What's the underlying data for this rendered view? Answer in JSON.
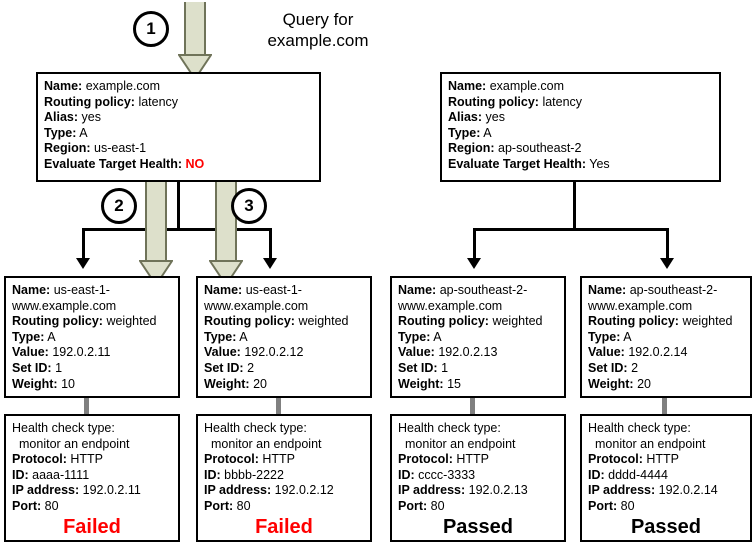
{
  "diagram": {
    "title_query": "Query for\nexample.com",
    "steps": [
      {
        "number": "1"
      },
      {
        "number": "2"
      },
      {
        "number": "3"
      }
    ],
    "alias_records": [
      {
        "name_label": "Name:",
        "name_value": "example.com",
        "policy_label": "Routing policy:",
        "policy_value": "latency",
        "alias_label": "Alias:",
        "alias_value": "yes",
        "type_label": "Type:",
        "type_value": "A",
        "region_label": "Region:",
        "region_value": "us-east-1",
        "eth_label": "Evaluate Target Health:",
        "eth_value": "NO",
        "eth_state": "no"
      },
      {
        "name_label": "Name:",
        "name_value": "example.com",
        "policy_label": "Routing policy:",
        "policy_value": "latency",
        "alias_label": "Alias:",
        "alias_value": "yes",
        "type_label": "Type:",
        "type_value": "A",
        "region_label": "Region:",
        "region_value": "ap-southeast-2",
        "eth_label": "Evaluate Target Health:",
        "eth_value": "Yes",
        "eth_state": "yes"
      }
    ],
    "weighted_records": [
      {
        "name_label": "Name:",
        "name_value": "us-east-1-",
        "name_value2": "www.example.com",
        "policy_label": "Routing policy:",
        "policy_value": "weighted",
        "type_label": "Type:",
        "type_value": "A",
        "value_label": "Value:",
        "value_value": "192.0.2.11",
        "setid_label": "Set ID:",
        "setid_value": "1",
        "weight_label": "Weight:",
        "weight_value": "10"
      },
      {
        "name_label": "Name:",
        "name_value": "us-east-1-",
        "name_value2": "www.example.com",
        "policy_label": "Routing policy:",
        "policy_value": "weighted",
        "type_label": "Type:",
        "type_value": "A",
        "value_label": "Value:",
        "value_value": "192.0.2.12",
        "setid_label": "Set ID:",
        "setid_value": "2",
        "weight_label": "Weight:",
        "weight_value": "20"
      },
      {
        "name_label": "Name:",
        "name_value": "ap-southeast-2-",
        "name_value2": "www.example.com",
        "policy_label": "Routing policy:",
        "policy_value": "weighted",
        "type_label": "Type:",
        "type_value": "A",
        "value_label": "Value:",
        "value_value": "192.0.2.13",
        "setid_label": "Set ID:",
        "setid_value": "1",
        "weight_label": "Weight:",
        "weight_value": "15"
      },
      {
        "name_label": "Name:",
        "name_value": "ap-southeast-2-",
        "name_value2": "www.example.com",
        "policy_label": "Routing policy:",
        "policy_value": "weighted",
        "type_label": "Type:",
        "type_value": "A",
        "value_label": "Value:",
        "value_value": "192.0.2.14",
        "setid_label": "Set ID:",
        "setid_value": "2",
        "weight_label": "Weight:",
        "weight_value": "20"
      }
    ],
    "health_checks": [
      {
        "type_label": "Health check type:",
        "type_value": "monitor an endpoint",
        "protocol_label": "Protocol:",
        "protocol_value": "HTTP",
        "id_label": "ID:",
        "id_value": "aaaa-1111",
        "ip_label": "IP address:",
        "ip_value": "192.0.2.11",
        "port_label": "Port:",
        "port_value": "80",
        "result": "Failed",
        "result_state": "failed"
      },
      {
        "type_label": "Health check type:",
        "type_value": "monitor an endpoint",
        "protocol_label": "Protocol:",
        "protocol_value": "HTTP",
        "id_label": "ID:",
        "id_value": "bbbb-2222",
        "ip_label": "IP address:",
        "ip_value": "192.0.2.12",
        "port_label": "Port:",
        "port_value": "80",
        "result": "Failed",
        "result_state": "failed"
      },
      {
        "type_label": "Health check type:",
        "type_value": "monitor an endpoint",
        "protocol_label": "Protocol:",
        "protocol_value": "HTTP",
        "id_label": "ID:",
        "id_value": "cccc-3333",
        "ip_label": "IP address:",
        "ip_value": "192.0.2.13",
        "port_label": "Port:",
        "port_value": "80",
        "result": "Passed",
        "result_state": "passed"
      },
      {
        "type_label": "Health check type:",
        "type_value": "monitor an endpoint",
        "protocol_label": "Protocol:",
        "protocol_value": "HTTP",
        "id_label": "ID:",
        "id_value": "dddd-4444",
        "ip_label": "IP address:",
        "ip_value": "192.0.2.14",
        "port_label": "Port:",
        "port_value": "80",
        "result": "Passed",
        "result_state": "passed"
      }
    ],
    "colors": {
      "failed": "#ff0000",
      "passed": "#000000",
      "flow_arrow": "#dde0cb",
      "connector": "#000000",
      "health_connector": "#808080"
    }
  }
}
